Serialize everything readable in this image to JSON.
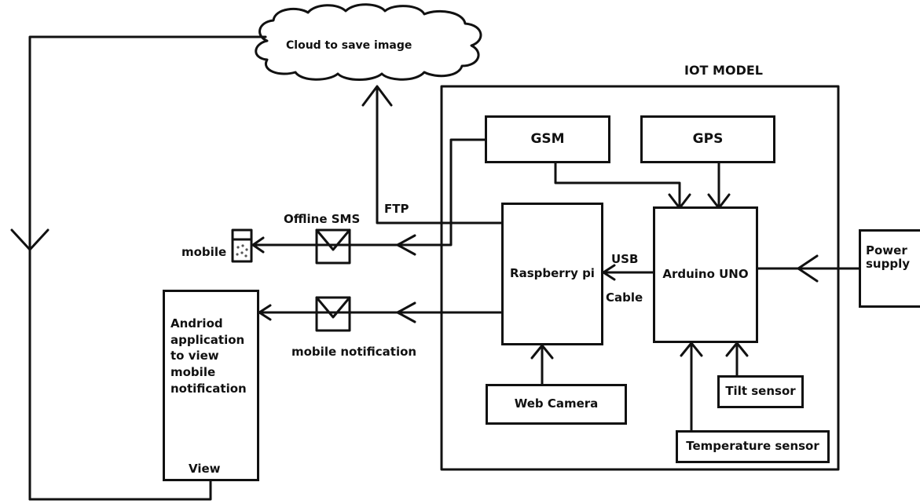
{
  "labels": {
    "cloud": "Cloud to save image",
    "iot_model": "IOT MODEL",
    "gsm": "GSM",
    "gps": "GPS",
    "ftp": "FTP",
    "offline_sms": "Offline SMS",
    "mobile": "mobile",
    "raspberry_pi": "Raspberry pi",
    "usb": "USB",
    "cable": "Cable",
    "arduino": "Arduino UNO",
    "power_supply": "Power supply",
    "android_app": "Andriod application to view mobile notification",
    "view": "View",
    "mobile_notification": "mobile notification",
    "web_camera": "Web Camera",
    "tilt_sensor": "Tilt sensor",
    "temperature_sensor": "Temperature sensor"
  }
}
